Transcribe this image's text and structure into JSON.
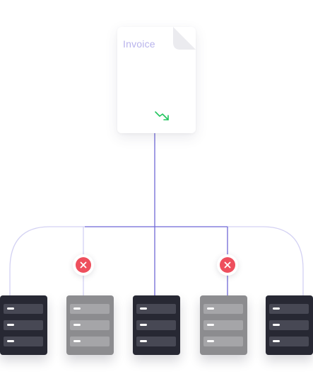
{
  "document": {
    "title": "Invoice",
    "trend_icon": "trend-down-icon"
  },
  "servers": [
    {
      "status": "active"
    },
    {
      "status": "inactive",
      "error": true
    },
    {
      "status": "active"
    },
    {
      "status": "inactive",
      "error": true
    },
    {
      "status": "active"
    }
  ],
  "colors": {
    "active_server": "#272833",
    "inactive_server": "#8c8c8f",
    "wire_primary": "#6f68d6",
    "wire_secondary": "#cfcdf2",
    "error": "#ee4f5d",
    "trend": "#22c55e",
    "doc_title": "#b8b3ec"
  }
}
